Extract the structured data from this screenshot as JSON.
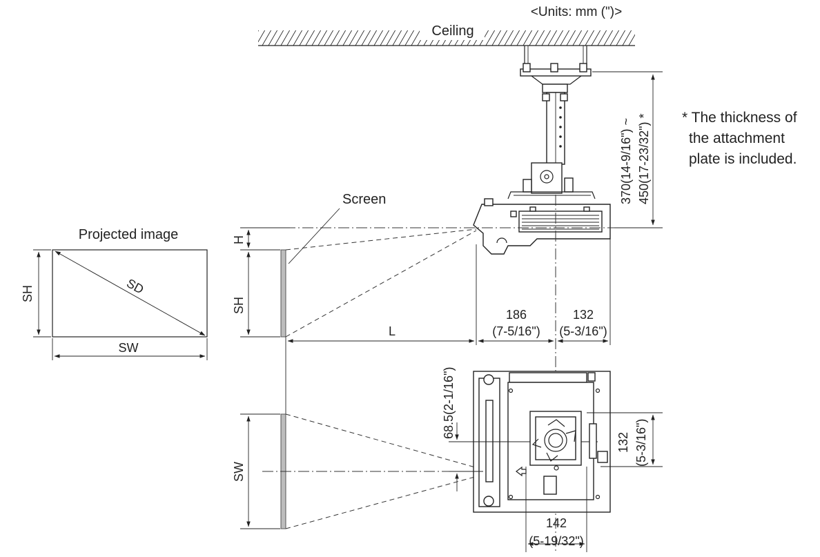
{
  "units_label": "<Units: mm (\")>",
  "ceiling_label": "Ceiling",
  "screen_label": "Screen",
  "projected_image_label": "Projected image",
  "labels": {
    "sh": "SH",
    "sw": "SW",
    "sd": "SD",
    "h": "H",
    "l": "L"
  },
  "dimensions": {
    "height_range": "370(14-9/16\") ~",
    "height_range_2": "450(17-23/32\") *",
    "d186_mm": "186",
    "d186_in": "(7-5/16\")",
    "d132_mm": "132",
    "d132_in": "(5-3/16\")",
    "d68_5": "68.5(2-1/16\")",
    "d132v": "132",
    "d132v_in": "(5-3/16\")",
    "d142_mm": "142",
    "d142_in": "(5-19/32\")"
  },
  "note": {
    "line1": "* The thickness of",
    "line2": "the attachment",
    "line3": "plate is included."
  }
}
